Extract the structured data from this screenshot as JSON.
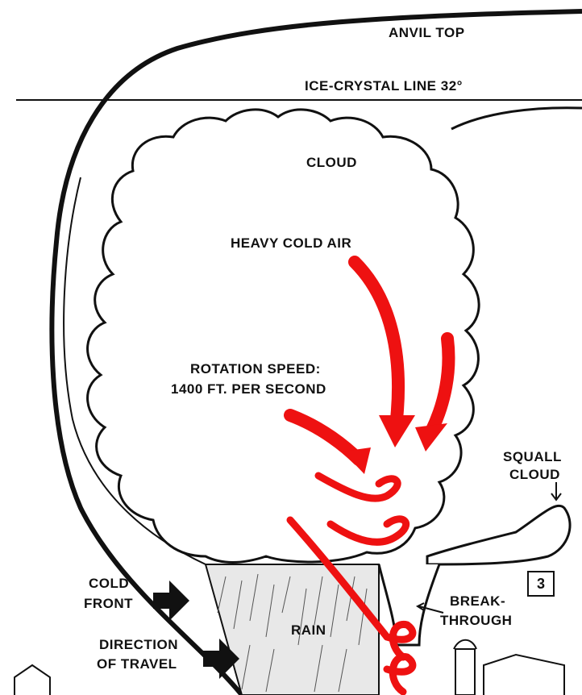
{
  "labels": {
    "anvil_top": "ANVIL TOP",
    "ice_crystal_line": "ICE-CRYSTAL LINE 32°",
    "cloud": "CLOUD",
    "heavy_cold_air": "HEAVY COLD AIR",
    "rotation_speed_line1": "ROTATION SPEED:",
    "rotation_speed_line2": "1400 FT. PER SECOND",
    "squall_line1": "SQUALL",
    "squall_line2": "CLOUD",
    "cold_front_line1": "COLD",
    "cold_front_line2": "FRONT",
    "direction_line1": "DIRECTION",
    "direction_line2": "OF TRAVEL",
    "breakthrough_line1": "BREAK-",
    "breakthrough_line2": "THROUGH",
    "rain": "RAIN",
    "figure_number": "3"
  },
  "colors": {
    "ink": "#111111",
    "arrow_red": "#ee1111",
    "background": "#ffffff"
  }
}
